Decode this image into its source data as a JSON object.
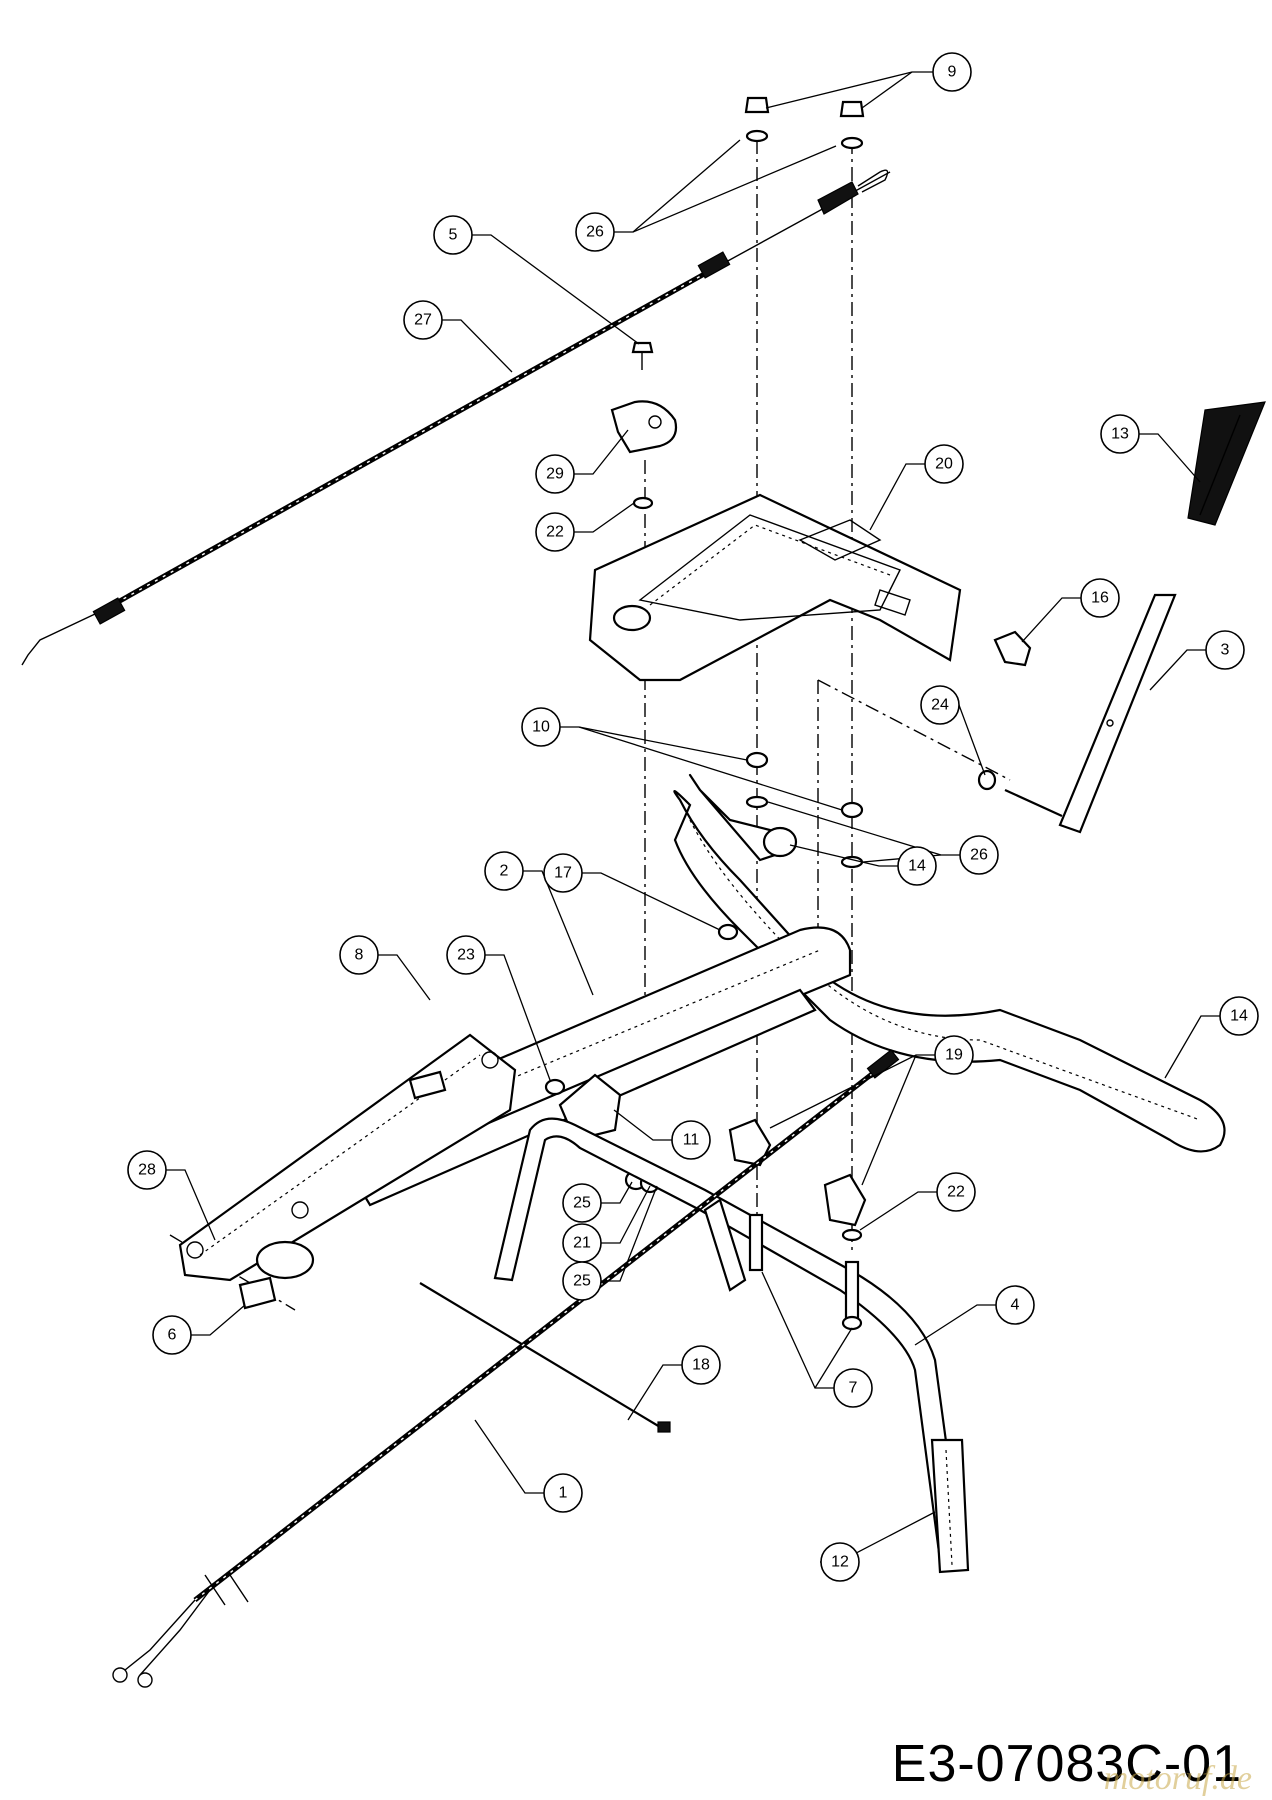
{
  "drawing_code": "E3-07083C-01",
  "watermark": "motoruf.de",
  "callouts": [
    {
      "id": "c1",
      "label": "1"
    },
    {
      "id": "c2",
      "label": "2"
    },
    {
      "id": "c3",
      "label": "3"
    },
    {
      "id": "c4",
      "label": "4"
    },
    {
      "id": "c5",
      "label": "5"
    },
    {
      "id": "c6",
      "label": "6"
    },
    {
      "id": "c7",
      "label": "7"
    },
    {
      "id": "c8",
      "label": "8"
    },
    {
      "id": "c9",
      "label": "9"
    },
    {
      "id": "c10",
      "label": "10"
    },
    {
      "id": "c11",
      "label": "11"
    },
    {
      "id": "c12",
      "label": "12"
    },
    {
      "id": "c13",
      "label": "13"
    },
    {
      "id": "c14a",
      "label": "14"
    },
    {
      "id": "c14b",
      "label": "14"
    },
    {
      "id": "c16",
      "label": "16"
    },
    {
      "id": "c17",
      "label": "17"
    },
    {
      "id": "c18",
      "label": "18"
    },
    {
      "id": "c19",
      "label": "19"
    },
    {
      "id": "c20",
      "label": "20"
    },
    {
      "id": "c21",
      "label": "21"
    },
    {
      "id": "c22a",
      "label": "22"
    },
    {
      "id": "c22b",
      "label": "22"
    },
    {
      "id": "c23",
      "label": "23"
    },
    {
      "id": "c24",
      "label": "24"
    },
    {
      "id": "c25a",
      "label": "25"
    },
    {
      "id": "c25b",
      "label": "25"
    },
    {
      "id": "c26a",
      "label": "26"
    },
    {
      "id": "c26b",
      "label": "26"
    },
    {
      "id": "c27",
      "label": "27"
    },
    {
      "id": "c28",
      "label": "28"
    },
    {
      "id": "c29",
      "label": "29"
    }
  ]
}
